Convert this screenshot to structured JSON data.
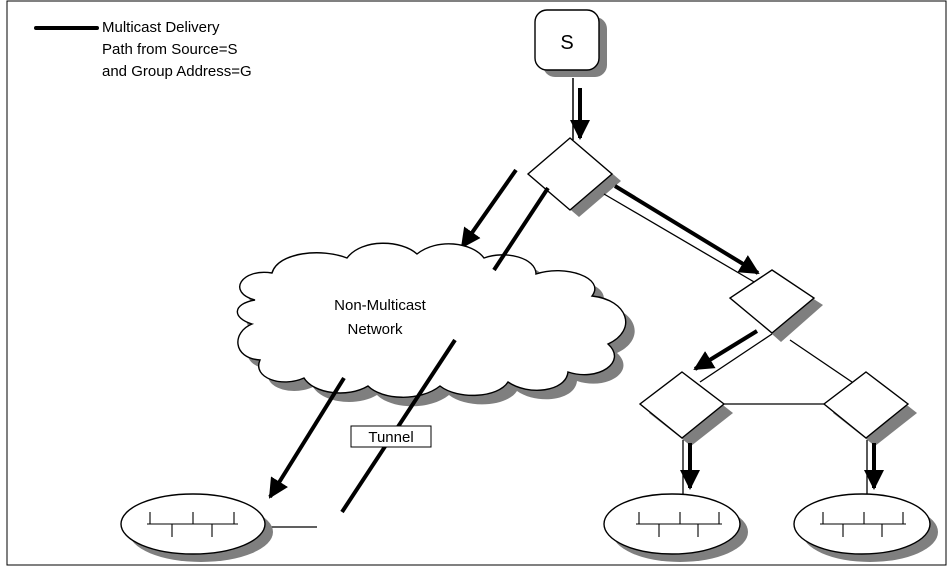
{
  "legend": {
    "line1": "Multicast Delivery",
    "line2": "Path from Source=S",
    "line3": "and Group Address=G"
  },
  "source": {
    "label": "S"
  },
  "cloud": {
    "line1": "Non-Multicast",
    "line2": "Network"
  },
  "tunnel": {
    "label": "Tunnel"
  },
  "colors": {
    "line": "#000000",
    "shadow": "#7f7f7f",
    "frame": "#000000",
    "fill": "#ffffff"
  }
}
